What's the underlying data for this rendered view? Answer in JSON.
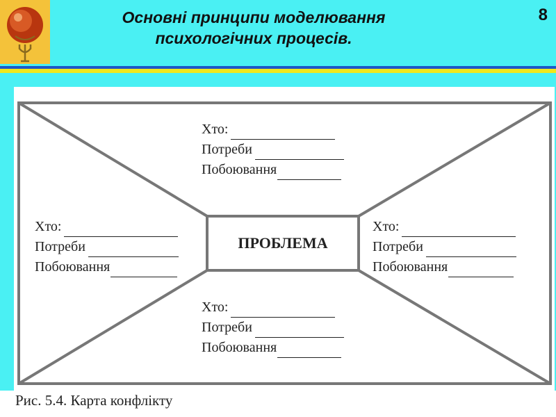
{
  "header": {
    "title_line1": "Основні принципи моделювання",
    "title_line2": "психологічних процесів.",
    "page_number": "8",
    "logo_icon": "globe-psi-logo-icon",
    "colors": {
      "band": "#4af0f3",
      "stripe_blue": "#1c58c8",
      "stripe_yellow": "#f0e81a",
      "logo_bg": "#f4c23a"
    }
  },
  "diagram": {
    "center_label": "ПРОБЛЕМА",
    "parties": [
      {
        "who": "Хто:",
        "needs": "Потреби",
        "fears": "Побоювання"
      },
      {
        "who": "Хто:",
        "needs": "Потреби",
        "fears": "Побоювання"
      },
      {
        "who": "Хто:",
        "needs": "Потреби",
        "fears": "Побоювання"
      },
      {
        "who": "Хто:",
        "needs": "Потреби",
        "fears": "Побоювання"
      }
    ],
    "caption": "Рис. 5.4. Карта конфлікту"
  }
}
